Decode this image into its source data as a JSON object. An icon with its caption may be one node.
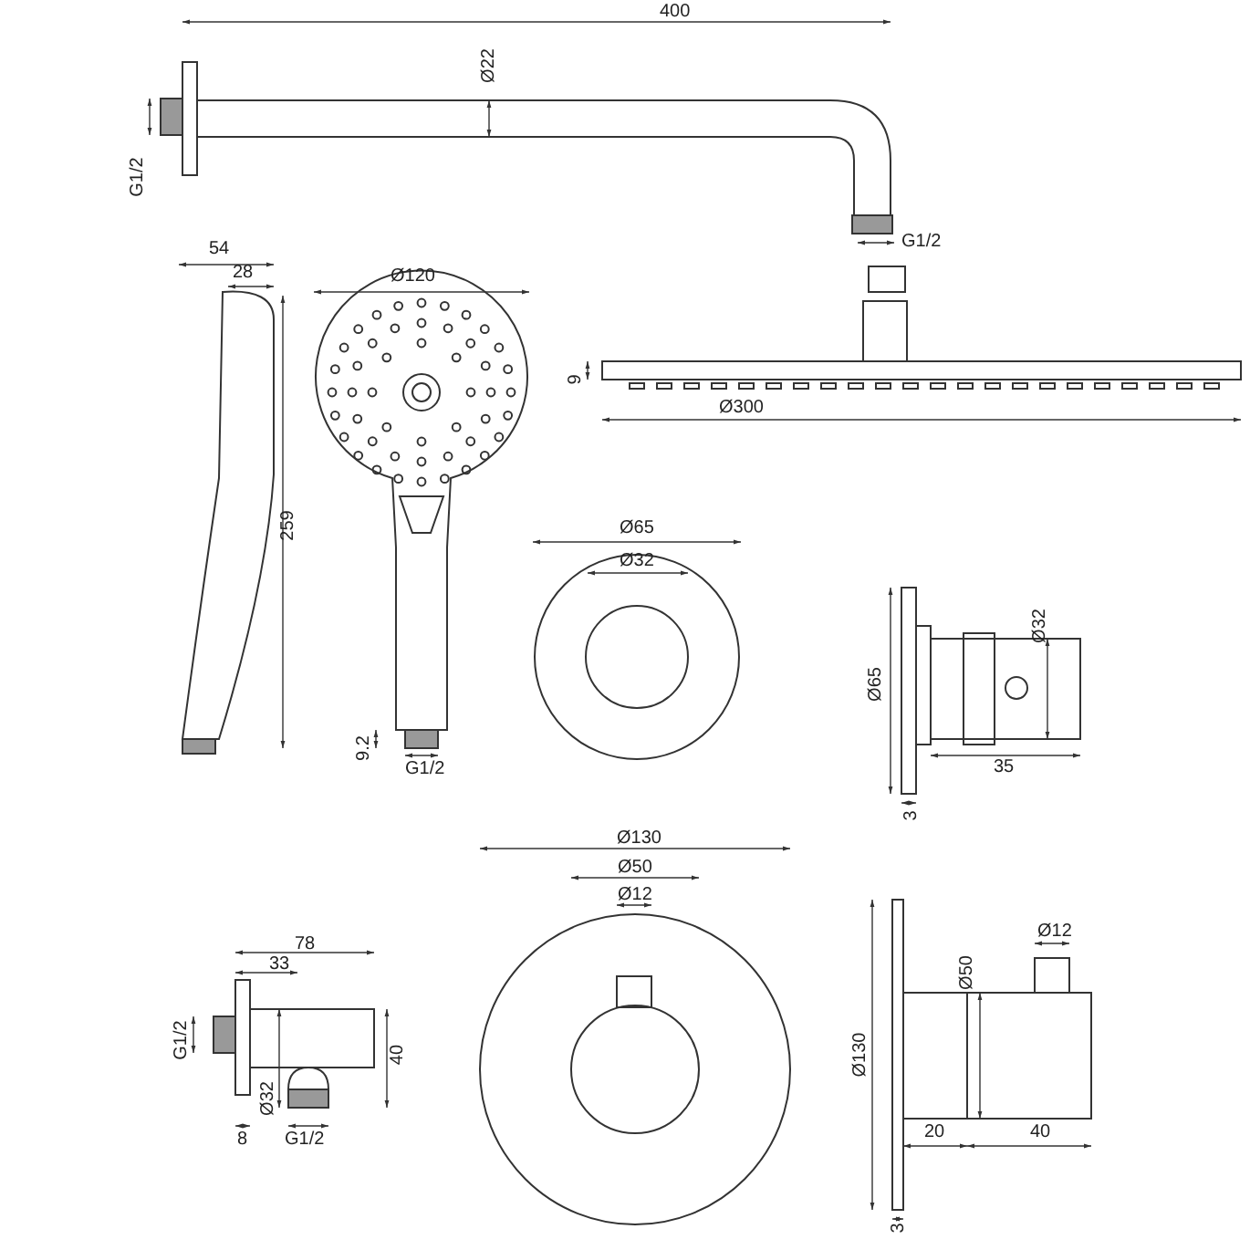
{
  "diagram": {
    "labels": [
      "400",
      "Ø22",
      "G1/2",
      "G1/2",
      "54",
      "28",
      "Ø120",
      "9",
      "Ø300",
      "259",
      "Ø65",
      "Ø32",
      "Ø65",
      "Ø32",
      "35",
      "9.2",
      "G1/2",
      "3",
      "Ø130",
      "78",
      "Ø50",
      "33",
      "Ø12",
      "Ø12",
      "Ø50",
      "G1/2",
      "40",
      "Ø130",
      "Ø32",
      "8",
      "G1/2",
      "20",
      "40",
      "3"
    ]
  }
}
